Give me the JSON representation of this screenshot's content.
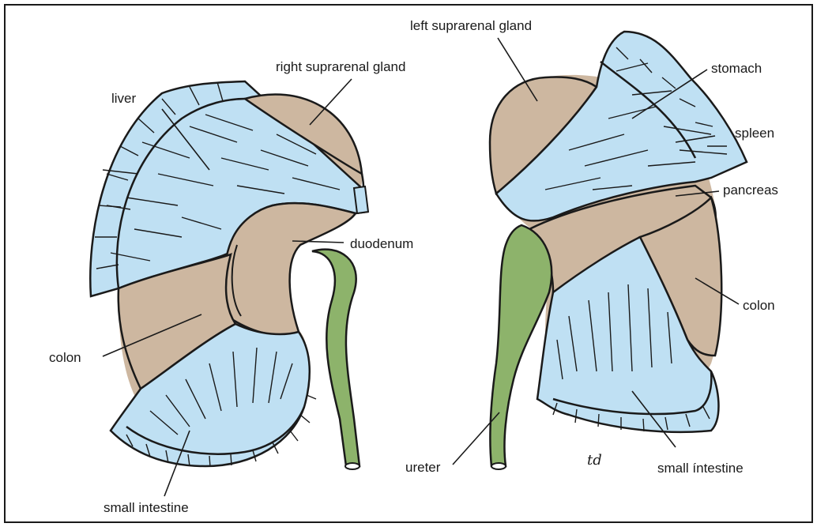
{
  "labels": {
    "left_suprarenal": "left suprarenal gland",
    "right_suprarenal": "right suprarenal gland",
    "liver": "liver",
    "stomach": "stomach",
    "spleen": "spleen",
    "pancreas": "pancreas",
    "duodenum": "duodenum",
    "colon_left": "colon",
    "colon_right": "colon",
    "ureter": "ureter",
    "small_intestine_left": "small intestine",
    "small_intestine_right": "small íntestine",
    "signature": "td"
  },
  "colors": {
    "peritoneal_blue": "#bfe0f3",
    "retroperitoneal_tan": "#cdb7a0",
    "ureter_green": "#8db36b",
    "outline": "#1a1a1a"
  }
}
